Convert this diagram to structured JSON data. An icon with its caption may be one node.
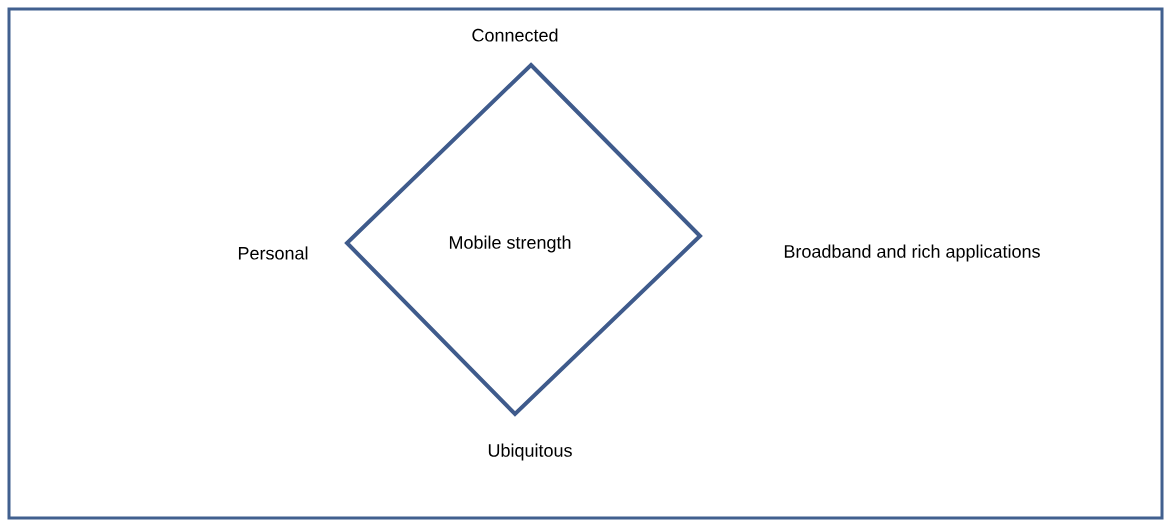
{
  "diagram": {
    "nodes": [
      {
        "text": [
          "Mobile strength"
        ]
      }
    ],
    "labels": [
      "Connected",
      "Personal",
      "Broadband and rich applications",
      "Ubiquitous"
    ]
  }
}
